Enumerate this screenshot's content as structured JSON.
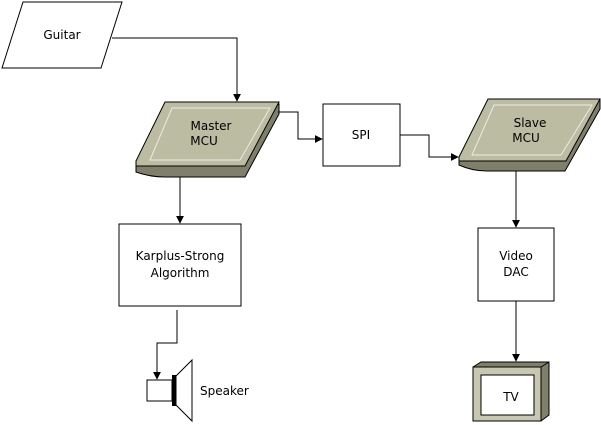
{
  "nodes": {
    "guitar": "Guitar",
    "master_line1": "Master",
    "master_line2": "MCU",
    "spi": "SPI",
    "slave_line1": "Slave",
    "slave_line2": "MCU",
    "ks_line1": "Karplus-Strong",
    "ks_line2": "Algorithm",
    "video_line1": "Video",
    "video_line2": "DAC",
    "speaker": "Speaker",
    "tv": "TV"
  },
  "colors": {
    "stroke": "#000000",
    "mcu_top": "#bcbca3",
    "mcu_side": "#80806a",
    "tv_frame": "#c8c8b2",
    "tv_screen": "#ffffff"
  }
}
